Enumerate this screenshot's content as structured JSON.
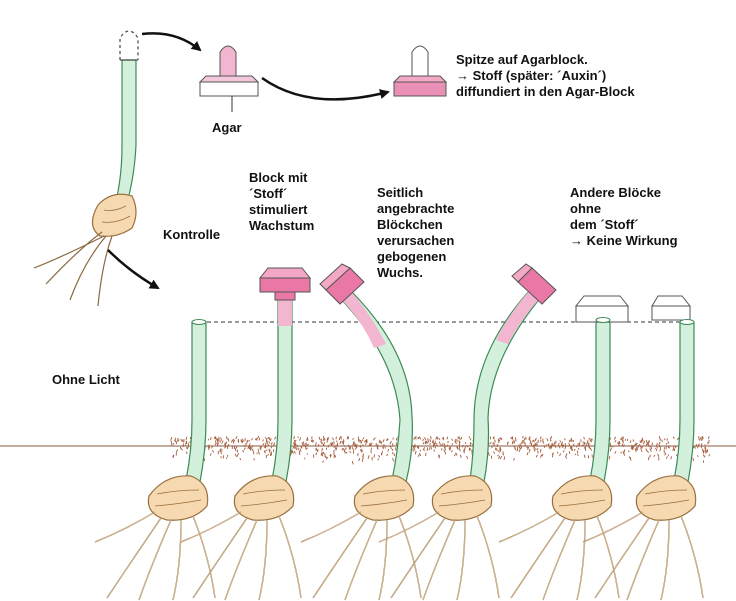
{
  "colors": {
    "stem_fill": "#d2f0dc",
    "stem_edge": "#3e8a55",
    "seed_fill": "#f6d9b0",
    "seed_edge": "#9a7040",
    "root_edge": "#8a6a40",
    "auxin_block": "#ea78a6",
    "auxin_top": "#f4a8c6",
    "tip_pink": "#f3b6d0",
    "plain_block": "#ffffff",
    "soil": "#a55a3a"
  },
  "labels": {
    "agar": "Agar",
    "tip_on_block": [
      "Spitze auf Agarblock.",
      "→ Stoff (später: ´Auxin´)",
      "diffundiert in den Agar-Block"
    ],
    "control": "Kontrolle",
    "block_stimulates": [
      "Block mit",
      "´Stoff´",
      "stimuliert",
      "Wachstum"
    ],
    "side_blocks": [
      "Seitlich",
      "angebrachte",
      "Blöckchen",
      "verursachen",
      "gebogenen",
      "Wuchs."
    ],
    "other_blocks": [
      "Andere Blöcke",
      "ohne",
      "dem ´Stoff´",
      "→ Keine Wirkung"
    ],
    "no_light": "Ohne Licht"
  }
}
